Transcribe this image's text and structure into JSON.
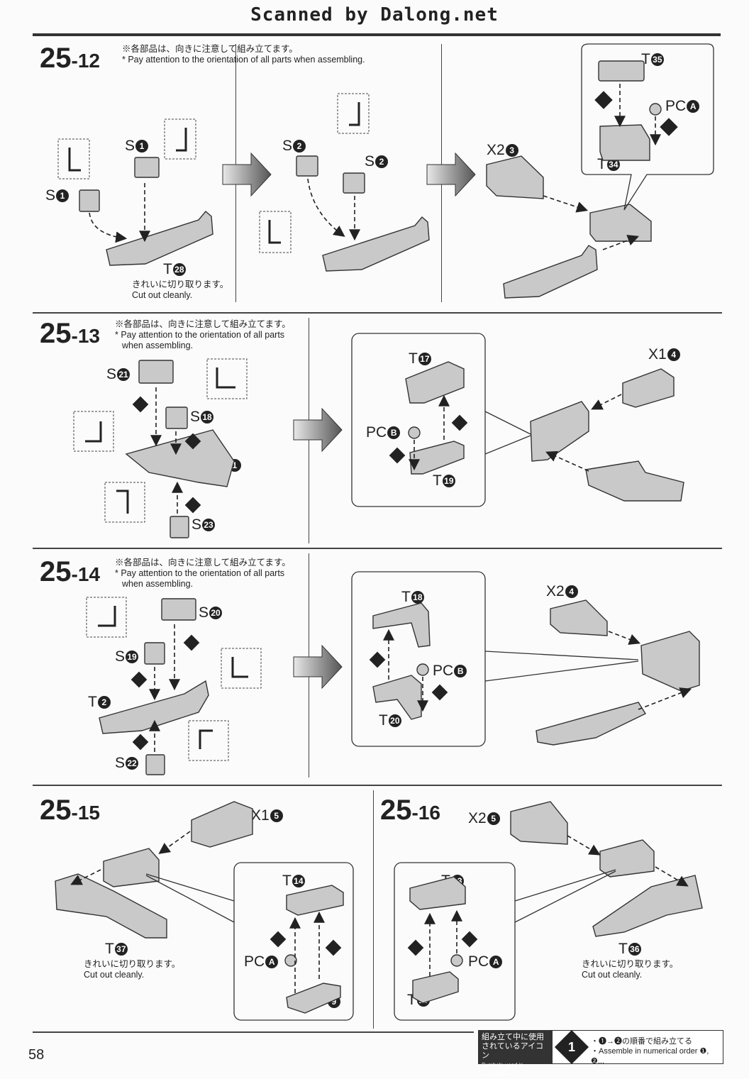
{
  "header": "Scanned by Dalong.net",
  "page_number": "58",
  "steps": [
    {
      "number_main": "25",
      "number_sub": "-12",
      "note_jp": "※各部品は、向きに注意して組み立てます。",
      "note_en": "* Pay attention to the orientation of all parts when assembling.",
      "cut_jp": "きれいに切り取ります。",
      "cut_en": "Cut out cleanly.",
      "labels": {
        "s1a": "S",
        "s1b": "S",
        "s2a": "S",
        "s2b": "S",
        "t28": "T",
        "x2": "X2",
        "t35": "T",
        "t34": "T",
        "pc": "PC"
      },
      "circles": {
        "s1a": "1",
        "s1b": "1",
        "s2a": "2",
        "s2b": "2",
        "t28": "28",
        "x2": "3",
        "t35": "35",
        "t34": "34",
        "pc": "A"
      }
    },
    {
      "number_main": "25",
      "number_sub": "-13",
      "note_jp": "※各部品は、向きに注意して組み立てます。",
      "note_en1": "* Pay attention to the orientation of all parts",
      "note_en2": "when assembling.",
      "labels": {
        "s21": "S",
        "s18": "S",
        "t1": "T",
        "s23": "S",
        "t17": "T",
        "pcb": "PC",
        "t19": "T",
        "x1": "X1"
      },
      "circles": {
        "s21": "21",
        "s18": "18",
        "t1": "1",
        "s23": "23",
        "t17": "17",
        "pcb": "B",
        "t19": "19",
        "x1": "4"
      }
    },
    {
      "number_main": "25",
      "number_sub": "-14",
      "note_jp": "※各部品は、向きに注意して組み立てます。",
      "note_en1": "* Pay attention to the orientation of all parts",
      "note_en2": "when assembling.",
      "labels": {
        "s20": "S",
        "s19": "S",
        "t2": "T",
        "s22": "S",
        "t18": "T",
        "pcb": "PC",
        "t20": "T",
        "x2": "X2"
      },
      "circles": {
        "s20": "20",
        "s19": "19",
        "t2": "2",
        "s22": "22",
        "t18": "18",
        "pcb": "B",
        "t20": "20",
        "x2": "4"
      }
    },
    {
      "number_main": "25",
      "number_sub": "-15",
      "cut_jp": "きれいに切り取ります。",
      "cut_en": "Cut out cleanly.",
      "labels": {
        "x1": "X1",
        "t37": "T",
        "t14": "T",
        "pca": "PC",
        "t9": "T"
      },
      "circles": {
        "x1": "5",
        "t37": "37",
        "t14": "14",
        "pca": "A",
        "t9": "9"
      }
    },
    {
      "number_main": "25",
      "number_sub": "-16",
      "cut_jp": "きれいに切り取ります。",
      "cut_en": "Cut out cleanly.",
      "labels": {
        "x2": "X2",
        "t36": "T",
        "t13": "T",
        "pca": "PC",
        "t10": "T"
      },
      "circles": {
        "x2": "5",
        "t36": "36",
        "t13": "13",
        "pca": "A",
        "t10": "10"
      }
    }
  ],
  "legend": {
    "box_jp1": "組み立て中に使用",
    "box_jp2": "されているアイコン",
    "box_en": "Symbols used in instructions",
    "icon": "1",
    "text_jp": "・❶→❷の順番で組み立てる",
    "text_en": "・Assemble in numerical order ❶, ❷..."
  },
  "colors": {
    "part_fill": "#c9c9c9",
    "part_stroke": "#333333",
    "panel_line": "#444444"
  }
}
